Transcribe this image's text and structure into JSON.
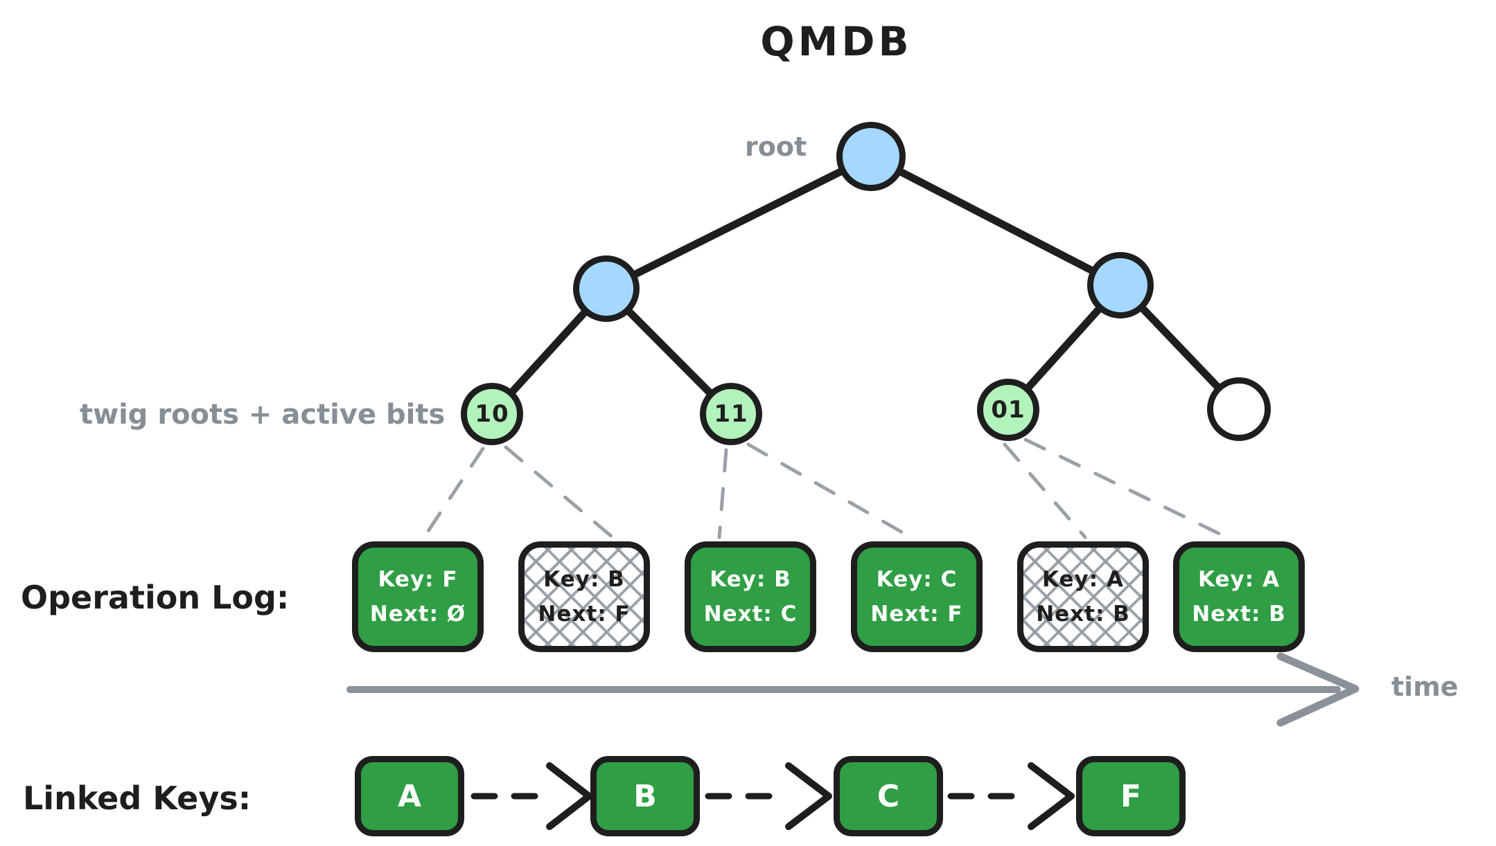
{
  "title": "QMDB",
  "labels": {
    "root": "root",
    "twig": "twig roots + active bits",
    "operation_log": "Operation Log:",
    "linked_keys": "Linked Keys:",
    "time": "time"
  },
  "tree": {
    "twigs": [
      {
        "label": "10"
      },
      {
        "label": "11"
      },
      {
        "label": "01"
      },
      {
        "label": ""
      }
    ]
  },
  "operation_log": {
    "entries": [
      {
        "key_text": "Key: F",
        "next_text": "Next: Ø",
        "state": "active"
      },
      {
        "key_text": "Key: B",
        "next_text": "Next: F",
        "state": "superseded"
      },
      {
        "key_text": "Key: B",
        "next_text": "Next: C",
        "state": "active"
      },
      {
        "key_text": "Key: C",
        "next_text": "Next: F",
        "state": "active"
      },
      {
        "key_text": "Key: A",
        "next_text": "Next: B",
        "state": "superseded"
      },
      {
        "key_text": "Key: A",
        "next_text": "Next: B",
        "state": "active"
      }
    ]
  },
  "linked_keys": {
    "keys": [
      {
        "label": "A"
      },
      {
        "label": "B"
      },
      {
        "label": "C"
      },
      {
        "label": "F"
      }
    ]
  },
  "colors": {
    "node_blue": "#a5d8ff",
    "twig_green": "#b2f2bb",
    "box_green": "#2f9e44",
    "stroke_black": "#1e1e1e",
    "label_gray": "#868e96"
  }
}
